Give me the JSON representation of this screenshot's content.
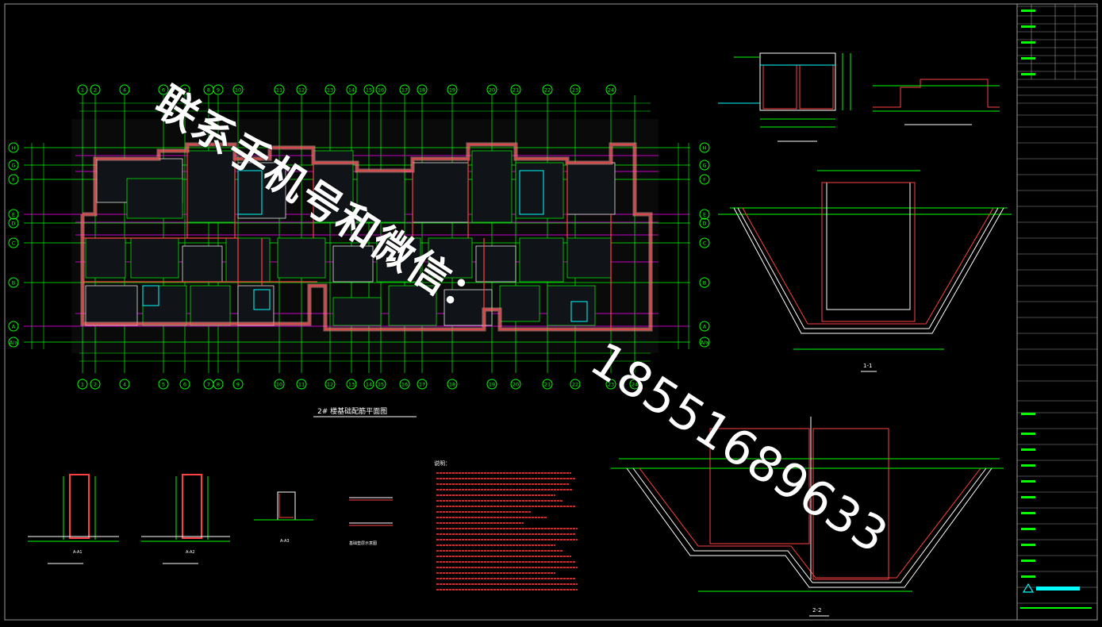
{
  "watermark": {
    "line1": "联系手机号和微信：",
    "line2": "18551689633"
  },
  "plan": {
    "title": "2# 楼基础配筋平面图",
    "top_axes": [
      "1",
      "2",
      "4",
      "6",
      "7",
      "8",
      "9",
      "10",
      "11",
      "12",
      "13",
      "14",
      "15",
      "16",
      "17",
      "18",
      "19",
      "20",
      "21",
      "22",
      "23",
      "24"
    ],
    "bottom_axes": [
      "1",
      "2",
      "4",
      "5",
      "6",
      "7",
      "8",
      "9",
      "10",
      "11",
      "12",
      "13",
      "14",
      "15",
      "16",
      "17",
      "18",
      "19",
      "20",
      "21",
      "22",
      "23",
      "24"
    ],
    "left_axes": [
      "H",
      "G",
      "F",
      "E",
      "D",
      "C",
      "B",
      "A",
      "A/a"
    ]
  },
  "sections": {
    "s1": "1-1",
    "s2": "2-2",
    "d_a": "A-A1",
    "d_b": "A-A2",
    "d_c": "A-A3",
    "d_d": "基础垫层示意图"
  },
  "notes": {
    "header": "说明："
  },
  "colors": {
    "background": "#000000",
    "grid": "#00ff00",
    "axis": "#ff00ff",
    "wall": "#ff4040",
    "cyan": "#00ffff",
    "white": "#ffffff",
    "yellow": "#ffff00",
    "frame": "#9a9a9a"
  }
}
